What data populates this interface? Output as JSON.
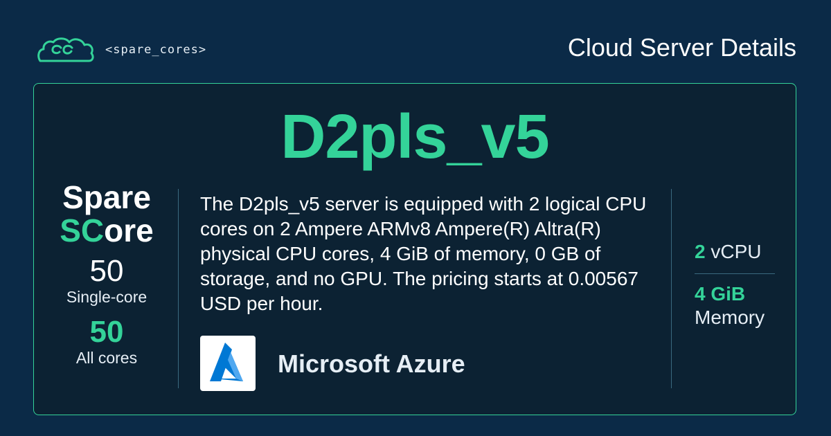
{
  "header": {
    "brand": "<spare_cores>",
    "page_title": "Cloud Server Details"
  },
  "server": {
    "name": "D2pls_v5",
    "description": "The D2pls_v5 server is equipped with 2 logical CPU cores on 2 Ampere ARMv8 Ampere(R) Altra(R) physical CPU cores, 4 GiB of memory, 0 GB of storage, and no GPU. The pricing starts at 0.00567 USD per hour.",
    "vendor": "Microsoft Azure"
  },
  "score": {
    "brand_line1": "Spare",
    "brand_hl": "SC",
    "brand_rest": "ore",
    "single_value": "50",
    "single_label": "Single-core",
    "multi_value": "50",
    "multi_label": "All cores"
  },
  "specs": {
    "vcpu_value": "2",
    "vcpu_label": "vCPU",
    "memory_value": "4 GiB",
    "memory_label": "Memory"
  },
  "colors": {
    "background": "#0b2a47",
    "card": "#0c2233",
    "accent": "#34d399",
    "azure": "#0078d4"
  },
  "icons": {
    "logo": "spare-cores-cloud-logo",
    "vendor": "azure-logo"
  }
}
